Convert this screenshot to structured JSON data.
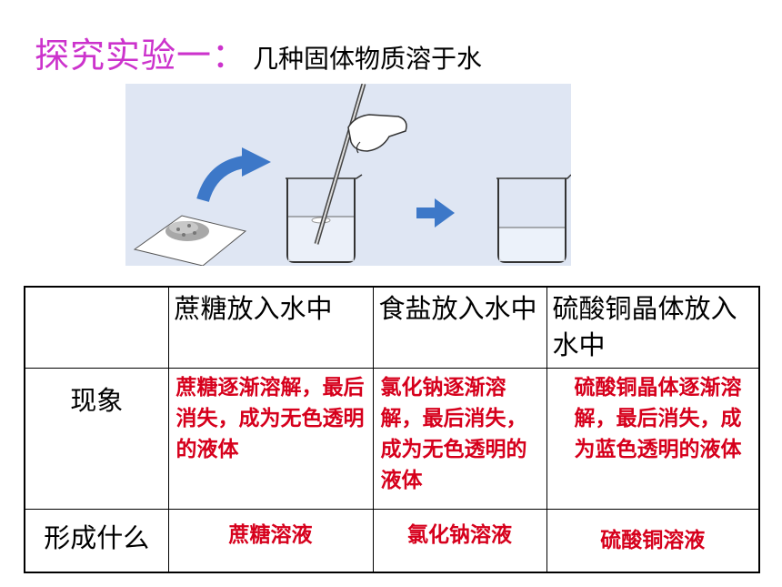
{
  "title": {
    "main": "探究实验一：",
    "sub": "几种固体物质溶于水"
  },
  "table": {
    "headers": [
      "",
      "蔗糖放入水中",
      "食盐放入水中",
      "硫酸铜晶体放入水中"
    ],
    "phenomenon_label": "现象",
    "phenomena": [
      "蔗糖逐渐溶解，最后消失，成为无色透明的液体",
      "氯化钠逐渐溶解，最后消失，成为无色透明的液体",
      "硫酸铜晶体逐渐溶解，最后消失，成为蓝色透明的液体"
    ],
    "result_label": "形成什么",
    "results": [
      "蔗糖溶液",
      "氯化钠溶液",
      "硫酸铜溶液"
    ]
  },
  "colors": {
    "title_main": "#cc33cc",
    "answer_text": "#d6001c",
    "illustration_bg": "#dfe6f3",
    "arrow": "#3d78c8"
  }
}
